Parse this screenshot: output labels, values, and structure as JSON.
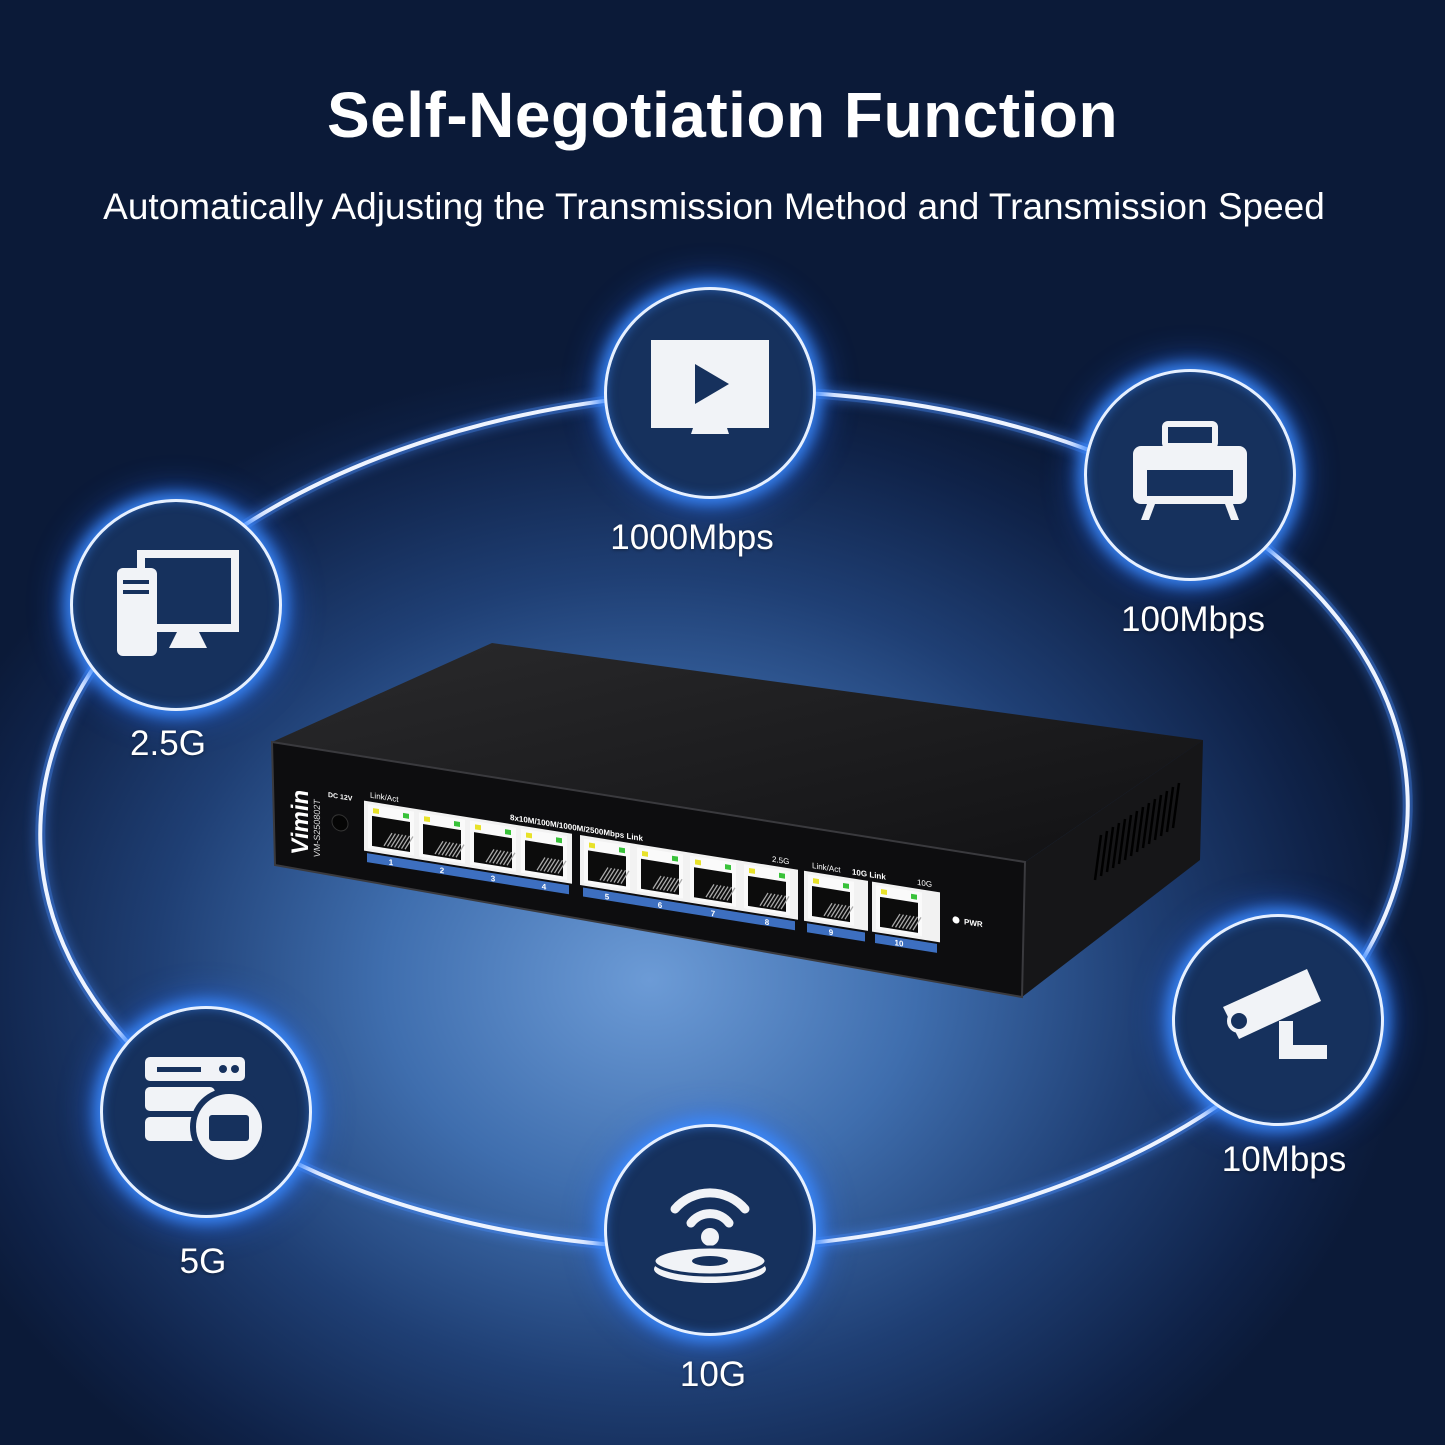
{
  "header": {
    "title": "Self-Negotiation Function",
    "subtitle": "Automatically Adjusting the Transmission Method and Transmission Speed"
  },
  "nodes": [
    {
      "label": "1000Mbps",
      "icon": "monitor-play-icon"
    },
    {
      "label": "100Mbps",
      "icon": "printer-icon"
    },
    {
      "label": "2.5G",
      "icon": "desktop-computer-icon"
    },
    {
      "label": "10Mbps",
      "icon": "security-camera-icon"
    },
    {
      "label": "5G",
      "icon": "server-folder-icon"
    },
    {
      "label": "10G",
      "icon": "wireless-access-point-icon"
    }
  ],
  "switch": {
    "brand": "Vimin",
    "model": "VM-S250802T",
    "power_in": "DC 12V",
    "link_act": "Link/Act",
    "group_label": "8x10M/100M/1000M/2500Mbps Link",
    "led_25g": "2.5G",
    "link_act_2": "Link/Act",
    "group_label_10g": "10G Link",
    "led_10g": "10G",
    "pwr": "PWR",
    "ports": [
      "1",
      "2",
      "3",
      "4",
      "5",
      "6",
      "7",
      "8",
      "9",
      "10"
    ],
    "colors": {
      "body": "#1b1b1d",
      "port_strip": "#3d6fc0",
      "led_yellow": "#e8e22a",
      "led_green": "#39c23a"
    }
  }
}
